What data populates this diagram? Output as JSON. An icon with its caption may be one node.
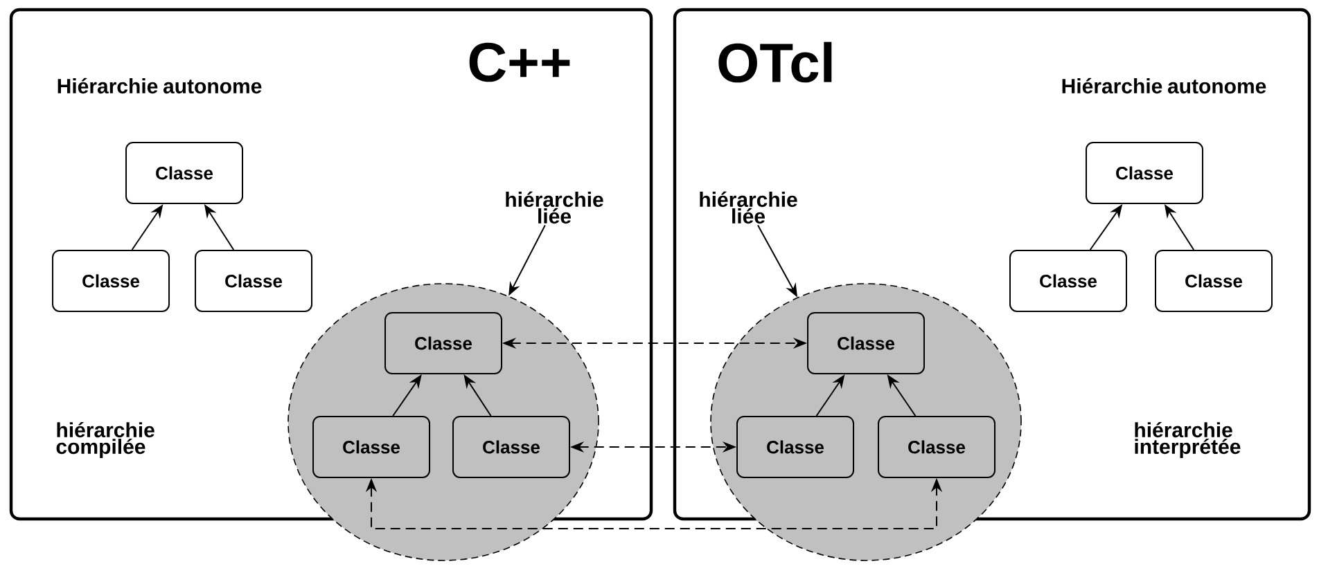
{
  "diagram": {
    "nodes": [
      {
        "text": [
          "C++",
          "Hiérarchie autonome",
          "hiérarchie compilée"
        ]
      },
      {
        "text": [
          "Classe"
        ],
        "in": 0
      },
      {
        "text": [
          "Classe"
        ],
        "in": 0
      },
      {
        "text": [
          "Classe"
        ],
        "in": 0
      },
      {
        "text": [
          "OTcl",
          "Hiérarchie autonome",
          "hiérarchie interprétée"
        ]
      },
      {
        "text": [
          "Classe"
        ],
        "in": 4
      },
      {
        "text": [
          "Classe"
        ],
        "in": 4
      },
      {
        "text": [
          "Classe"
        ],
        "in": 4
      },
      {
        "text": [
          "hiérarchie liée"
        ],
        "in": 0
      },
      {
        "text": [],
        "shape": "circle"
      },
      {
        "text": [
          "Classe"
        ],
        "in": 9
      },
      {
        "text": [
          "Classe"
        ],
        "in": 9
      },
      {
        "text": [
          "Classe"
        ],
        "in": 9
      },
      {
        "text": [
          "hiérarchie liée"
        ],
        "in": 4
      },
      {
        "text": [],
        "shape": "circle"
      },
      {
        "text": [
          "Classe"
        ],
        "in": 14
      },
      {
        "text": [
          "Classe"
        ],
        "in": 14
      },
      {
        "text": [
          "Classe"
        ],
        "in": 14
      }
    ],
    "edges": [
      {
        "from": 2,
        "to": 1,
        "arrow": "to"
      },
      {
        "from": 3,
        "to": 1,
        "arrow": "to"
      },
      {
        "from": 6,
        "to": 5,
        "arrow": "to"
      },
      {
        "from": 7,
        "to": 5,
        "arrow": "to"
      },
      {
        "from": 8,
        "to": 9,
        "arrow": "to"
      },
      {
        "from": 13,
        "to": 14,
        "arrow": "to"
      },
      {
        "from": 11,
        "to": 10,
        "arrow": "to"
      },
      {
        "from": 12,
        "to": 10,
        "arrow": "to"
      },
      {
        "from": 16,
        "to": 15,
        "arrow": "to"
      },
      {
        "from": 17,
        "to": 15,
        "arrow": "to"
      },
      {
        "from": 10,
        "to": 15,
        "arrow": "both",
        "style": "dashed"
      },
      {
        "from": 12,
        "to": 16,
        "arrow": "both",
        "style": "dashed"
      },
      {
        "from": 11,
        "to": 17,
        "arrow": "both",
        "style": "dashed"
      }
    ]
  }
}
